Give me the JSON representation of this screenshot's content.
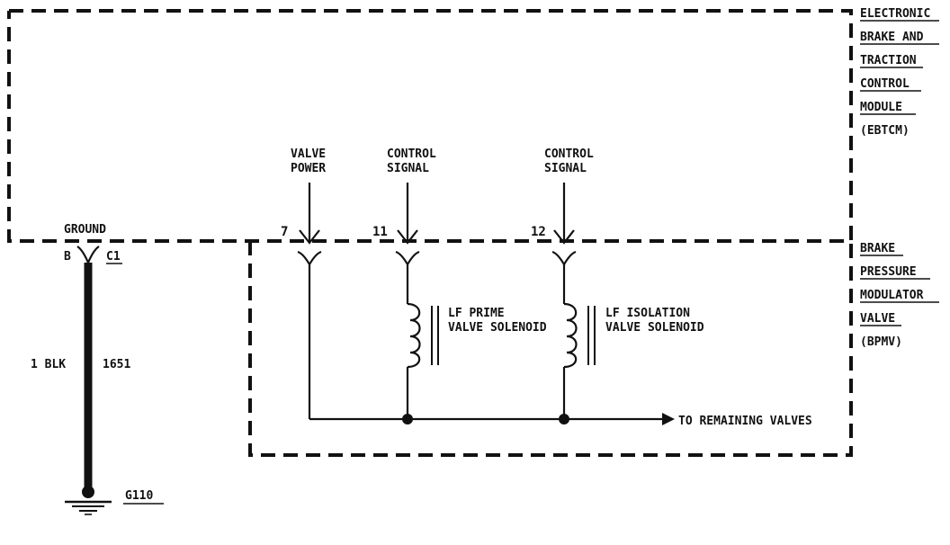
{
  "modules": {
    "ebtcm": {
      "lines": [
        "ELECTRONIC",
        "BRAKE AND",
        "TRACTION",
        "CONTROL",
        "MODULE",
        "(EBTCM)"
      ]
    },
    "bpmv": {
      "lines": [
        "BRAKE",
        "PRESSURE",
        "MODULATOR",
        "VALVE",
        "(BPMV)"
      ]
    }
  },
  "ground": {
    "label": "GROUND",
    "pin": "B",
    "connector": "C1",
    "wire_size_color": "1 BLK",
    "circuit": "1651",
    "ground_point": "G110"
  },
  "terminals": [
    {
      "pin": "7",
      "label_lines": [
        "VALVE",
        "POWER"
      ]
    },
    {
      "pin": "11",
      "label_lines": [
        "CONTROL",
        "SIGNAL"
      ]
    },
    {
      "pin": "12",
      "label_lines": [
        "CONTROL",
        "SIGNAL"
      ]
    }
  ],
  "solenoids": [
    {
      "label_lines": [
        "LF PRIME",
        "VALVE SOLENOID"
      ]
    },
    {
      "label_lines": [
        "LF ISOLATION",
        "VALVE SOLENOID"
      ]
    }
  ],
  "output": {
    "label": "TO REMAINING VALVES"
  },
  "colors": {
    "ink": "#111111",
    "background": "#ffffff"
  }
}
